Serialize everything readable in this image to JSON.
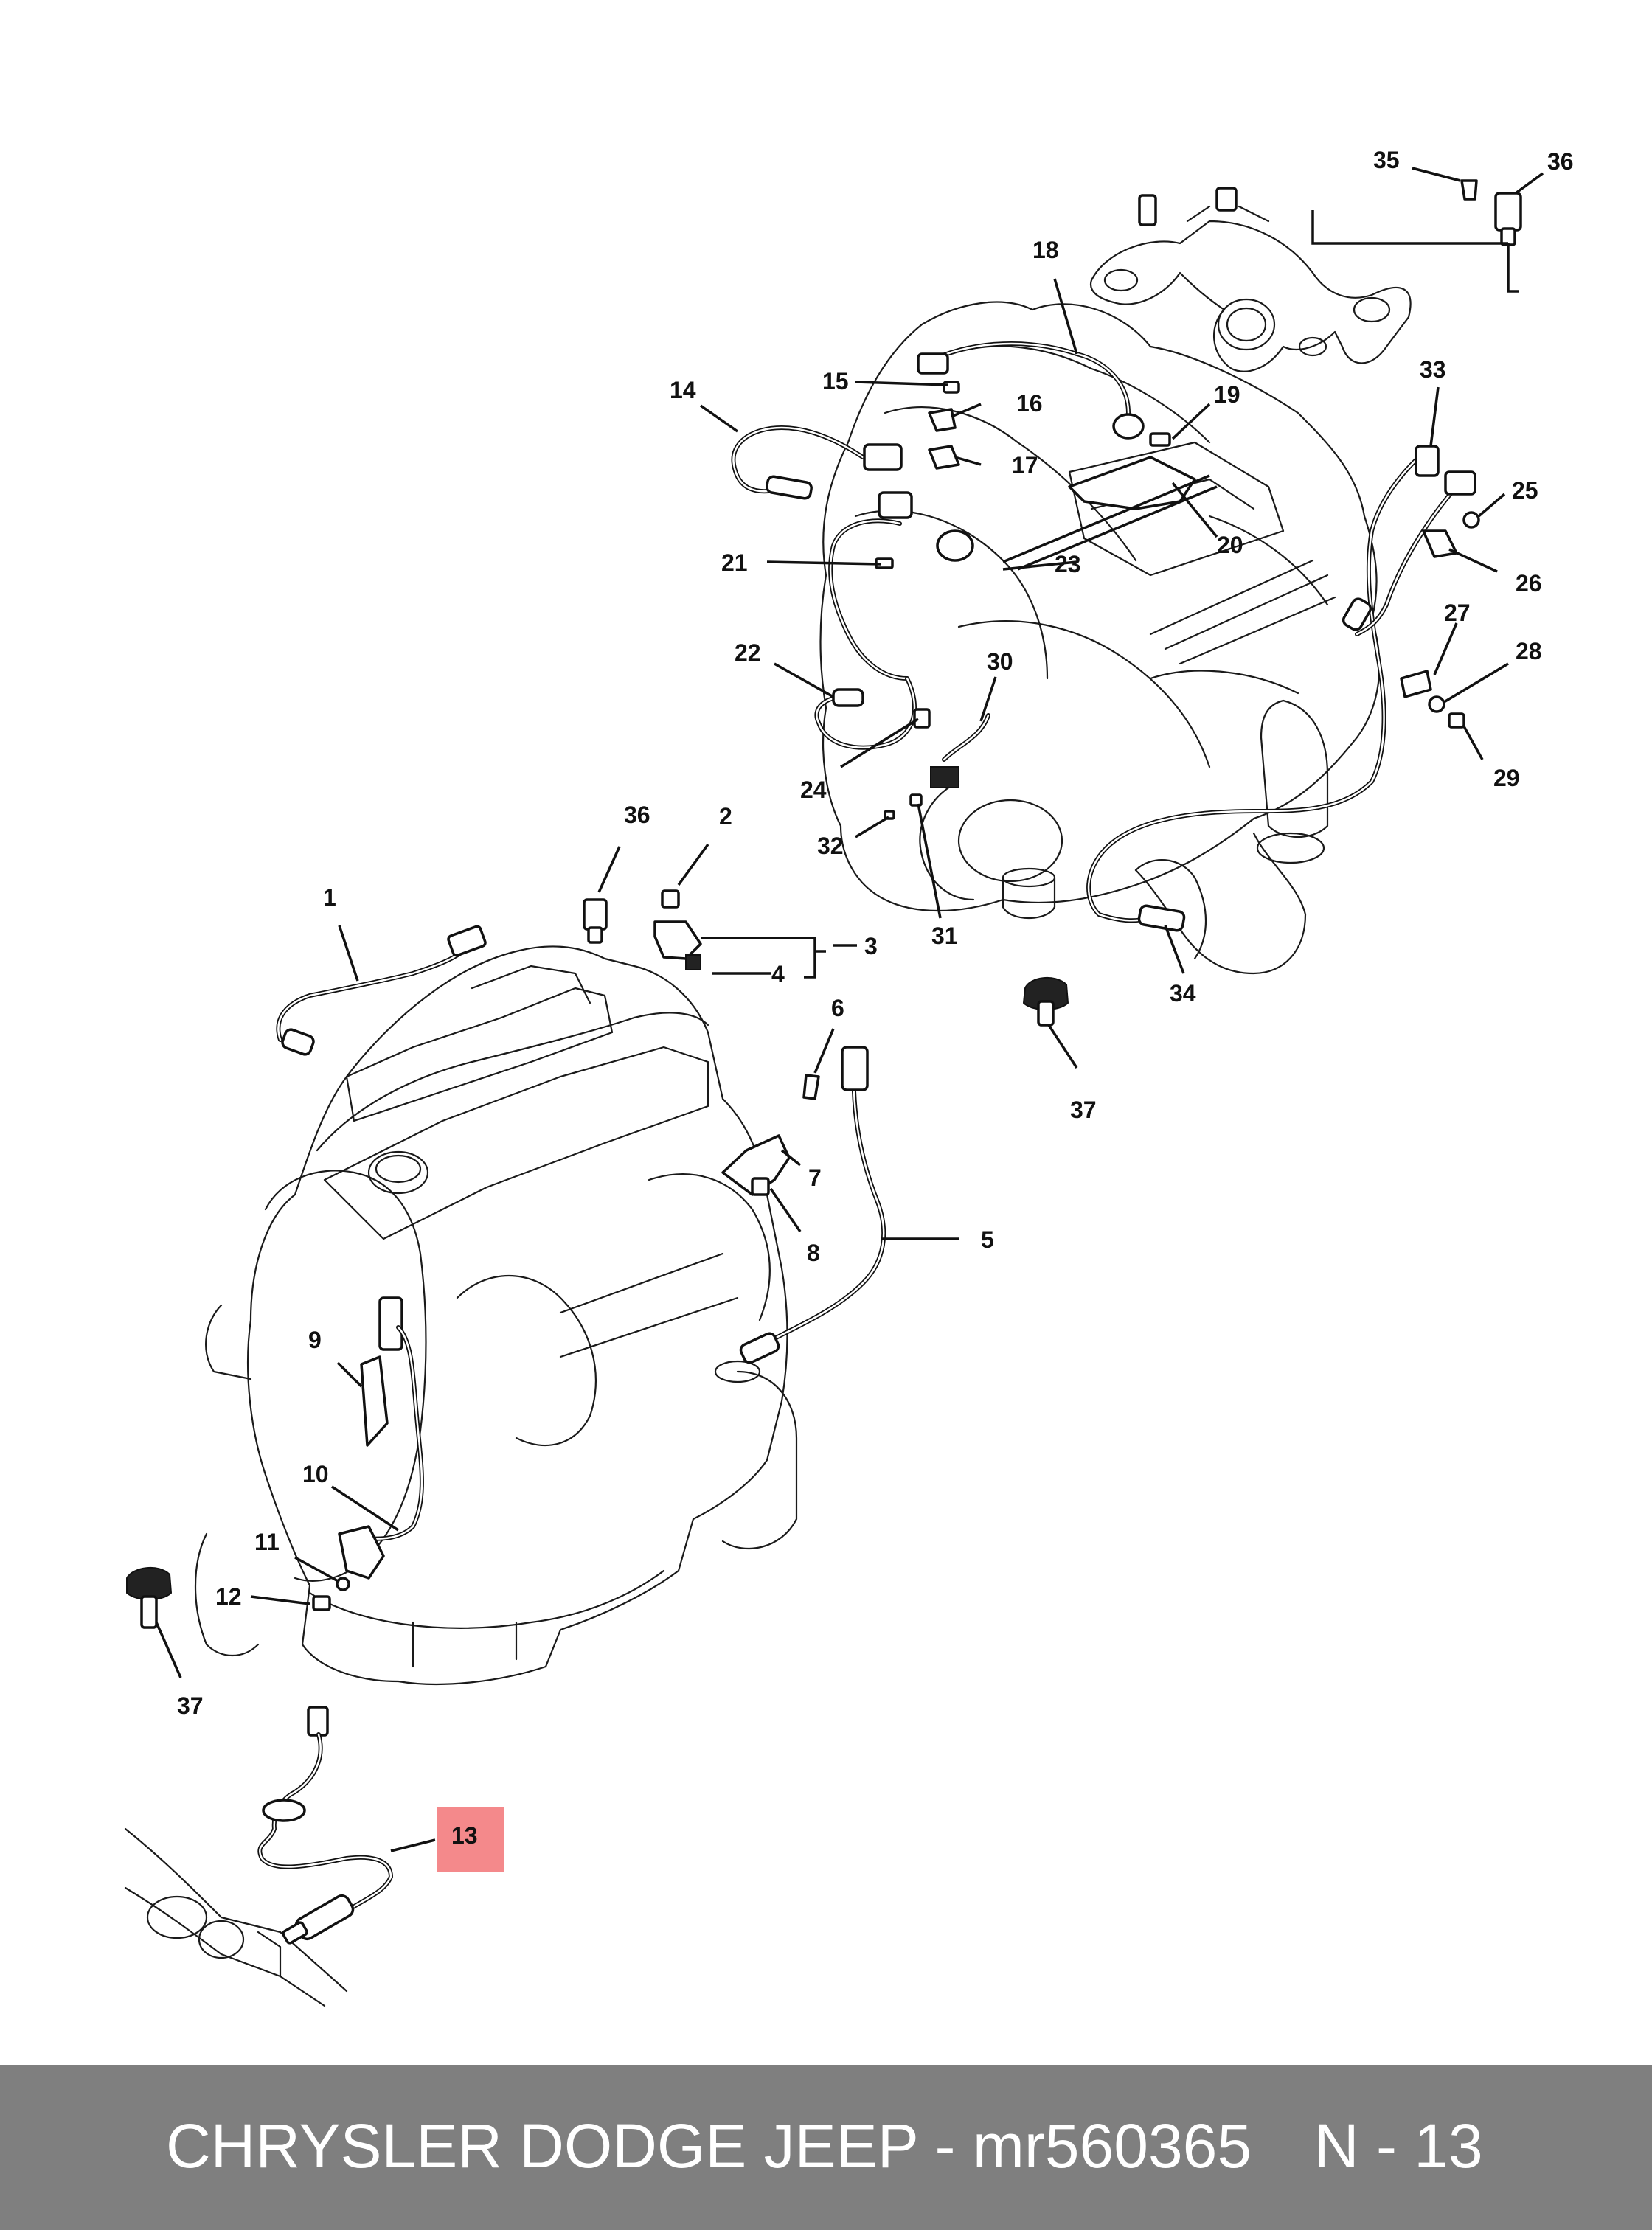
{
  "callouts": {
    "c1": "1",
    "c2": "2",
    "c3": "3",
    "c4": "4",
    "c5": "5",
    "c6": "6",
    "c7": "7",
    "c8": "8",
    "c9": "9",
    "c10": "10",
    "c11": "11",
    "c12": "12",
    "c13": "13",
    "c14": "14",
    "c15": "15",
    "c16": "16",
    "c17": "17",
    "c18": "18",
    "c19": "19",
    "c20": "20",
    "c21": "21",
    "c22": "22",
    "c23": "23",
    "c24": "24",
    "c25": "25",
    "c26": "26",
    "c27": "27",
    "c28": "28",
    "c29": "29",
    "c30": "30",
    "c31": "31",
    "c32": "32",
    "c33": "33",
    "c34": "34",
    "c35": "35",
    "c36a": "36",
    "c36b": "36",
    "c37a": "37",
    "c37b": "37"
  },
  "highlight": {
    "color": "#f4898b",
    "part": "13"
  },
  "footer": {
    "title": "CHRYSLER DODGE JEEP - mr560365",
    "page": "N - 13",
    "background": "#7f7f7f",
    "text_color": "#ffffff"
  }
}
